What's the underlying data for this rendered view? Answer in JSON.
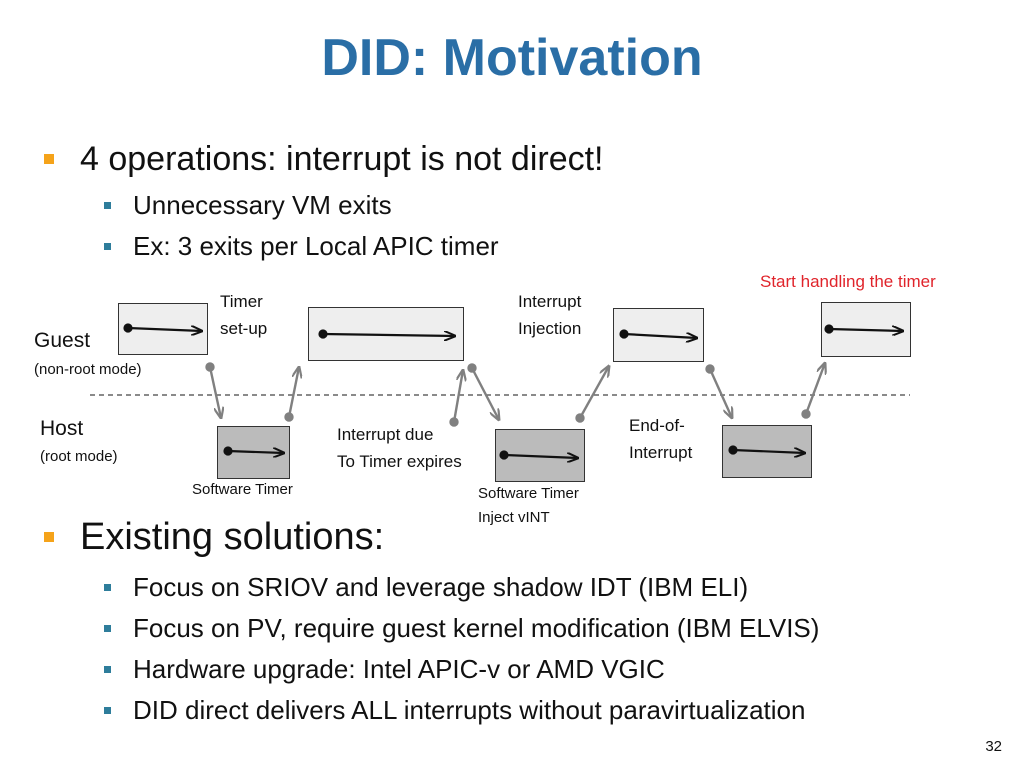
{
  "slide": {
    "title": "DID: Motivation",
    "page_number": "32"
  },
  "bullets_top": {
    "main": "4 operations: interrupt is not direct!",
    "subs": [
      "Unnecessary VM exits",
      "Ex: 3 exits per Local APIC timer"
    ]
  },
  "diagram": {
    "start_note": "Start handling the timer",
    "guest_label": "Guest",
    "guest_sub": "(non-root mode)",
    "host_label": "Host",
    "host_sub": "(root mode)",
    "timer_setup": [
      "Timer",
      "set-up"
    ],
    "interrupt_injection": [
      "Interrupt",
      "Injection"
    ],
    "interrupt_due": [
      "Interrupt due",
      "To Timer expires"
    ],
    "end_of_interrupt": [
      "End-of-",
      "Interrupt"
    ],
    "software_timer_1": "Software Timer",
    "software_timer_2": [
      "Software Timer",
      "Inject vINT"
    ]
  },
  "bullets_bottom": {
    "main": "Existing solutions:",
    "subs": [
      "Focus on SRIOV and leverage shadow IDT (IBM ELI)",
      "Focus on PV, require guest kernel modification (IBM ELVIS)",
      "Hardware upgrade: Intel APIC-v or AMD VGIC",
      "DID direct delivers ALL interrupts without paravirtualization"
    ]
  },
  "colors": {
    "title": "#2a6ea6",
    "bullet_l1": "#f5a31a",
    "bullet_l2": "#2e7d9b",
    "note_red": "#e0242b"
  }
}
